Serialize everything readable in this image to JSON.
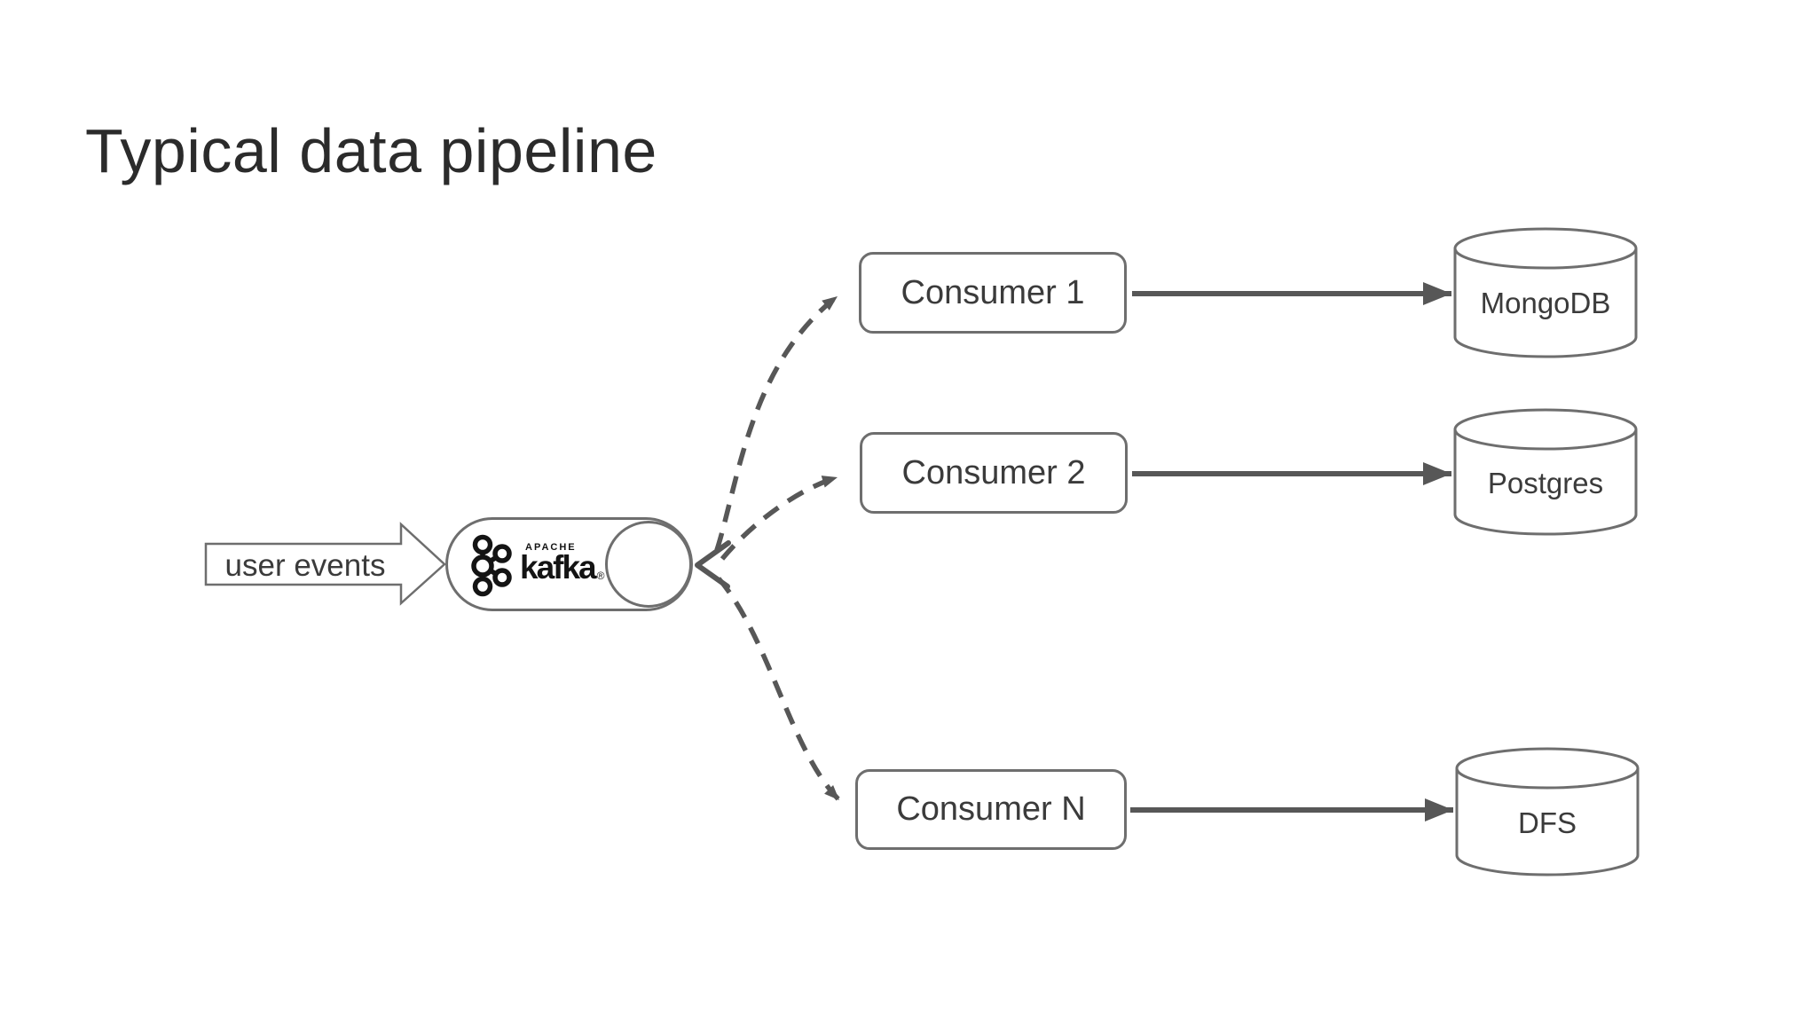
{
  "slide": {
    "title": "Typical data pipeline"
  },
  "pipeline": {
    "source": {
      "label": "user events"
    },
    "broker": {
      "icon": "kafka-logo",
      "brand_top": "APACHE",
      "brand": "kafka",
      "registered_mark": "®"
    },
    "consumers": [
      {
        "label": "Consumer 1"
      },
      {
        "label": "Consumer 2"
      },
      {
        "label": "Consumer N"
      }
    ],
    "datastores": [
      {
        "label": "MongoDB"
      },
      {
        "label": "Postgres"
      },
      {
        "label": "DFS"
      }
    ],
    "colors": {
      "connector": "#575757",
      "border": "#6e6e6e",
      "text": "#3b3b3b",
      "title": "#2b2b2b",
      "logo": "#141414",
      "bg": "#ffffff"
    }
  }
}
